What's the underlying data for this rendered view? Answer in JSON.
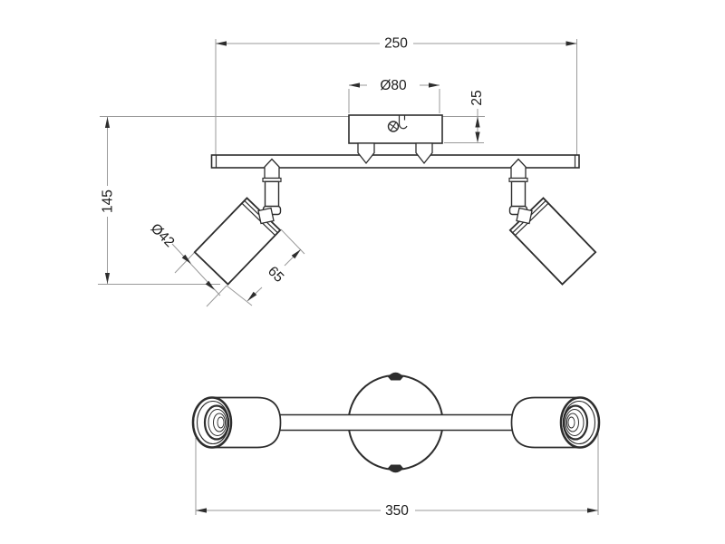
{
  "dimensions": {
    "overall_width": "250",
    "canopy_diameter": "Ø80",
    "canopy_height": "25",
    "overall_height": "145",
    "spot_diameter": "Ø42",
    "spot_head_length": "65",
    "overall_length": "350"
  },
  "colors": {
    "background": "#ffffff",
    "outline": "#2d2d2d",
    "dimension-line": "#9a9a9a",
    "text": "#1c1c1c"
  }
}
